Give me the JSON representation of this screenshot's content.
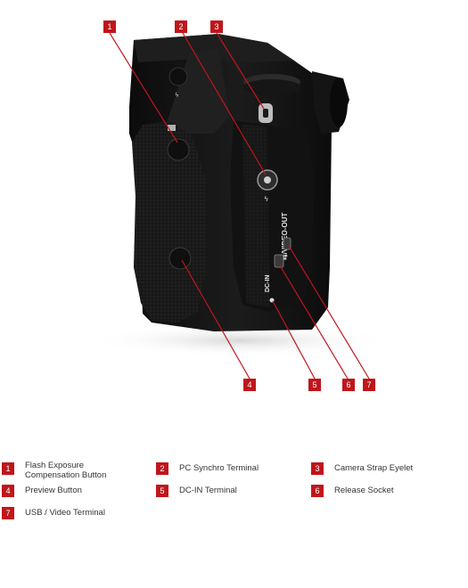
{
  "accent_color": "#c0161b",
  "camera_labels": {
    "pc_port_symbol": "ϟ",
    "usb_video": "⇆/VIDEO-OUT",
    "dc_in": "DC-IN"
  },
  "callouts": [
    {
      "number": "1",
      "label": "Flash Exposure\nCompensation Button"
    },
    {
      "number": "2",
      "label": "PC Synchro Terminal"
    },
    {
      "number": "3",
      "label": "Camera Strap Eyelet"
    },
    {
      "number": "4",
      "label": "Preview Button"
    },
    {
      "number": "5",
      "label": "DC-IN Terminal"
    },
    {
      "number": "6",
      "label": "Release Socket"
    },
    {
      "number": "7",
      "label": "USB / Video Terminal"
    }
  ]
}
